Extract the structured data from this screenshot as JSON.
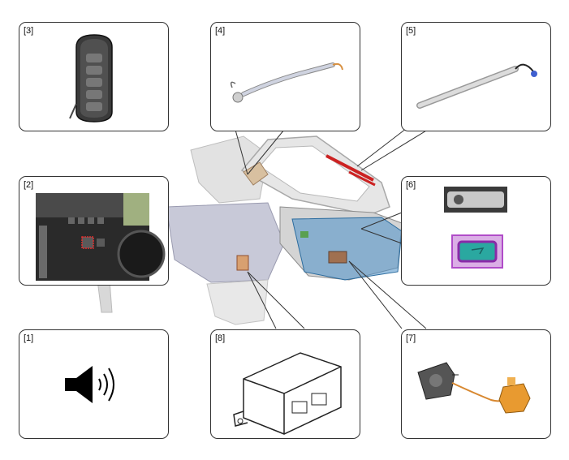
{
  "panels": {
    "p3": {
      "label": "[3]",
      "icon": "smart-key-icon"
    },
    "p4": {
      "label": "[4]",
      "icon": "wiring-sensor-icon"
    },
    "p5": {
      "label": "[5]",
      "icon": "gas-strut-icon"
    },
    "p2": {
      "label": "[2]",
      "icon": "dashboard-switch-icon"
    },
    "p6": {
      "label": "[6]",
      "icon": "tailgate-button-icon"
    },
    "p1": {
      "label": "[1]",
      "icon": "speaker-icon"
    },
    "p8": {
      "label": "[8]",
      "icon": "control-module-icon"
    },
    "p7": {
      "label": "[7]",
      "icon": "latch-actuator-icon"
    }
  },
  "colors": {
    "border": "#333333",
    "strut_red": "#cc2222",
    "highlight_blue": "#4a90c8",
    "highlight_purple": "#b04cc8",
    "button_teal": "#2aa8a0",
    "actuator_orange": "#e89a30"
  }
}
